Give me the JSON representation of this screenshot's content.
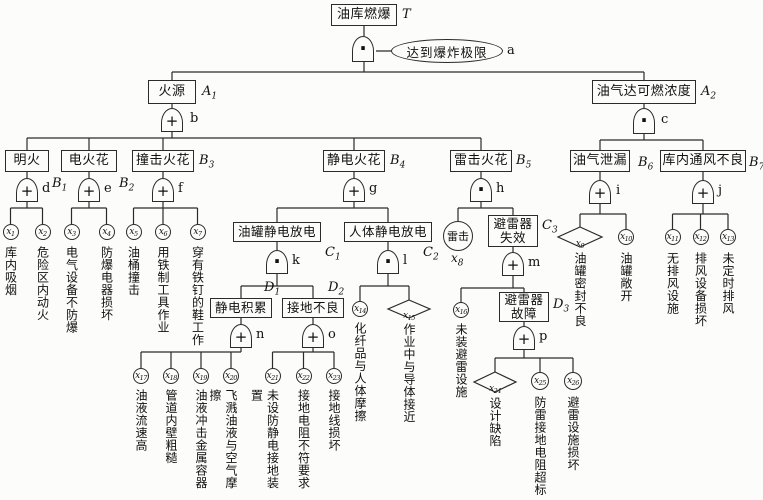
{
  "colors": {
    "line": "#2b2b2b",
    "ink": "#111111",
    "background": "#fcfcfa"
  },
  "top_event": {
    "sym": "T",
    "label": "油库燃爆"
  },
  "condition": {
    "label": "达到爆炸极限"
  },
  "intermediates": {
    "A1": {
      "sym": "A",
      "sub": "1",
      "label": "火源"
    },
    "A2": {
      "sym": "A",
      "sub": "2",
      "label": "油气达可燃浓度"
    },
    "B1": {
      "sym": "B",
      "sub": "1",
      "label": "明火"
    },
    "B2": {
      "sym": "B",
      "sub": "2",
      "label": "电火花"
    },
    "B3": {
      "sym": "B",
      "sub": "3",
      "label": "撞击火花"
    },
    "B4": {
      "sym": "B",
      "sub": "4",
      "label": "静电火花"
    },
    "B5": {
      "sym": "B",
      "sub": "5",
      "label": "雷击火花"
    },
    "B6": {
      "sym": "B",
      "sub": "6",
      "label": "油气泄漏"
    },
    "B7": {
      "sym": "B",
      "sub": "7",
      "label": "库内通风不良"
    },
    "C1": {
      "sym": "C",
      "sub": "1",
      "label": "油罐静电放电"
    },
    "C2": {
      "sym": "C",
      "sub": "2",
      "label": "人体静电放电"
    },
    "C3": {
      "sym": "C",
      "sub": "3",
      "label": "避雷器失效"
    },
    "D1": {
      "sym": "D",
      "sub": "1",
      "label": "静电积累"
    },
    "D2": {
      "sym": "D",
      "sub": "2",
      "label": "接地不良"
    },
    "D3": {
      "sym": "D",
      "sub": "3",
      "label": "避雷器故障"
    }
  },
  "gates": {
    "a": {
      "letter": "a",
      "type": "and",
      "symbol": "·"
    },
    "b": {
      "letter": "b",
      "type": "or",
      "symbol": "+"
    },
    "c": {
      "letter": "c",
      "type": "and",
      "symbol": "·"
    },
    "d": {
      "letter": "d",
      "type": "or",
      "symbol": "+"
    },
    "e": {
      "letter": "e",
      "type": "or",
      "symbol": "+"
    },
    "f": {
      "letter": "f",
      "type": "or",
      "symbol": "+"
    },
    "g": {
      "letter": "g",
      "type": "or",
      "symbol": "+"
    },
    "h": {
      "letter": "h",
      "type": "and",
      "symbol": "·"
    },
    "i": {
      "letter": "i",
      "type": "or",
      "symbol": "+"
    },
    "j": {
      "letter": "j",
      "type": "or",
      "symbol": "+"
    },
    "k": {
      "letter": "k",
      "type": "and",
      "symbol": "·"
    },
    "l": {
      "letter": "l",
      "type": "and",
      "symbol": "·"
    },
    "m": {
      "letter": "m",
      "type": "or",
      "symbol": "+"
    },
    "n": {
      "letter": "n",
      "type": "or",
      "symbol": "+"
    },
    "o": {
      "letter": "o",
      "type": "or",
      "symbol": "+"
    },
    "p": {
      "letter": "p",
      "type": "or",
      "symbol": "+"
    }
  },
  "events": {
    "x1": {
      "sym": "x",
      "sub": "1",
      "shape": "circle",
      "label": "库内吸烟"
    },
    "x2": {
      "sym": "x",
      "sub": "2",
      "shape": "circle",
      "label": "危险区内动火"
    },
    "x3": {
      "sym": "x",
      "sub": "3",
      "shape": "circle",
      "label": "电气设备不防爆"
    },
    "x4": {
      "sym": "x",
      "sub": "4",
      "shape": "circle",
      "label": "防爆电器损坏"
    },
    "x5": {
      "sym": "x",
      "sub": "5",
      "shape": "circle",
      "label": "油桶撞击"
    },
    "x6": {
      "sym": "x",
      "sub": "6",
      "shape": "circle",
      "label": "用铁制工具作业"
    },
    "x7": {
      "sym": "x",
      "sub": "7",
      "shape": "circle",
      "label": "穿有铁钉的鞋工作"
    },
    "x8": {
      "sym": "x",
      "sub": "8",
      "shape": "circle",
      "label": "雷击"
    },
    "x9": {
      "sym": "x",
      "sub": "9",
      "shape": "diamond",
      "label": "油罐密封不良"
    },
    "x10": {
      "sym": "x",
      "sub": "10",
      "shape": "circle",
      "label": "油罐敞开"
    },
    "x11": {
      "sym": "x",
      "sub": "11",
      "shape": "circle",
      "label": "无排风设施"
    },
    "x12": {
      "sym": "x",
      "sub": "12",
      "shape": "circle",
      "label": "排风设备损坏"
    },
    "x13": {
      "sym": "x",
      "sub": "13",
      "shape": "circle",
      "label": "未定时排风"
    },
    "x14": {
      "sym": "x",
      "sub": "14",
      "shape": "circle",
      "label": "化纤品与人体摩擦"
    },
    "x15": {
      "sym": "x",
      "sub": "15",
      "shape": "diamond",
      "label": "作业中与导体接近"
    },
    "x16": {
      "sym": "x",
      "sub": "16",
      "shape": "circle",
      "label": "未装避雷设施"
    },
    "x17": {
      "sym": "x",
      "sub": "17",
      "shape": "circle",
      "label": "油液流速高"
    },
    "x18": {
      "sym": "x",
      "sub": "18",
      "shape": "circle",
      "label": "管道内壁粗糙"
    },
    "x19": {
      "sym": "x",
      "sub": "19",
      "shape": "circle",
      "label": "油液冲击金属容器"
    },
    "x20": {
      "sym": "x",
      "sub": "20",
      "shape": "circle",
      "label": "飞溅油液与空气摩擦"
    },
    "x21": {
      "sym": "x",
      "sub": "21",
      "shape": "circle",
      "label": "未设防静电接地装置"
    },
    "x22": {
      "sym": "x",
      "sub": "22",
      "shape": "circle",
      "label": "接地电阻不符要求"
    },
    "x23": {
      "sym": "x",
      "sub": "23",
      "shape": "circle",
      "label": "接地线损坏"
    },
    "x24": {
      "sym": "x",
      "sub": "24",
      "shape": "diamond",
      "label": "设计缺陷"
    },
    "x25": {
      "sym": "x",
      "sub": "25",
      "shape": "circle",
      "label": "防雷接地电阻超标"
    },
    "x26": {
      "sym": "x",
      "sub": "26",
      "shape": "circle",
      "label": "避雷设施损坏"
    }
  }
}
